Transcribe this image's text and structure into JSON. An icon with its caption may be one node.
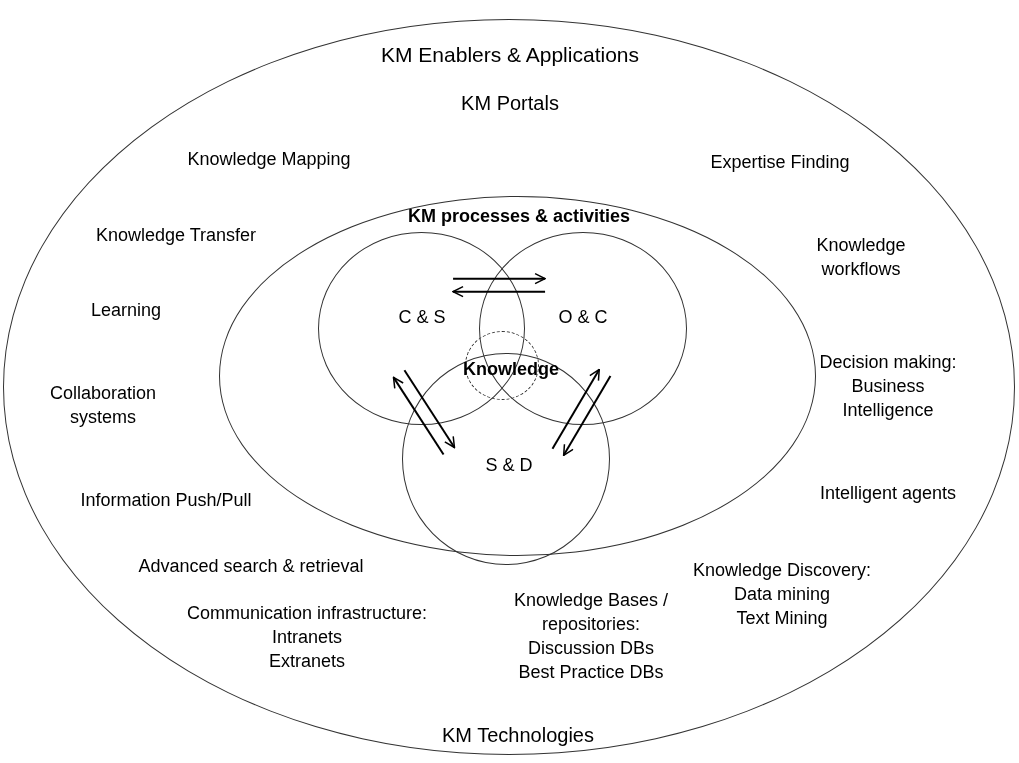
{
  "diagram": {
    "nodes": [
      {
        "text": [
          "KM Enablers & Applications",
          "KM Portals",
          "Knowledge Mapping",
          "Expertise Finding",
          "Knowledge Transfer",
          "Knowledge workflows",
          "Learning",
          "Collaboration systems",
          "Decision making: Business Intelligence",
          "Information Push/Pull",
          "Intelligent agents",
          "Advanced search & retrieval",
          "Knowledge Discovery:",
          "Data mining",
          "Text Mining",
          "Communication infrastructure:",
          "Intranets",
          "Extranets",
          "Knowledge Bases / repositories:",
          "Discussion DBs",
          "Best Practice DBs",
          "KM Technologies"
        ]
      },
      {
        "text": [
          "KM processes & activities"
        ],
        "in": 0
      },
      {
        "text": [
          "C & S"
        ],
        "in": 1
      },
      {
        "text": [
          "O & C"
        ],
        "in": 1
      },
      {
        "text": [
          "S & D"
        ],
        "in": 1
      },
      {
        "text": [
          "Knowledge"
        ],
        "in": 1
      }
    ],
    "edges": [
      {
        "from": 2,
        "to": 3,
        "arrow": "to"
      },
      {
        "from": 3,
        "to": 2,
        "arrow": "to"
      },
      {
        "from": 4,
        "to": 2,
        "arrow": "to"
      },
      {
        "from": 2,
        "to": 4,
        "arrow": "to"
      },
      {
        "from": 4,
        "to": 3,
        "arrow": "to"
      },
      {
        "from": 3,
        "to": 4,
        "arrow": "to"
      }
    ]
  }
}
